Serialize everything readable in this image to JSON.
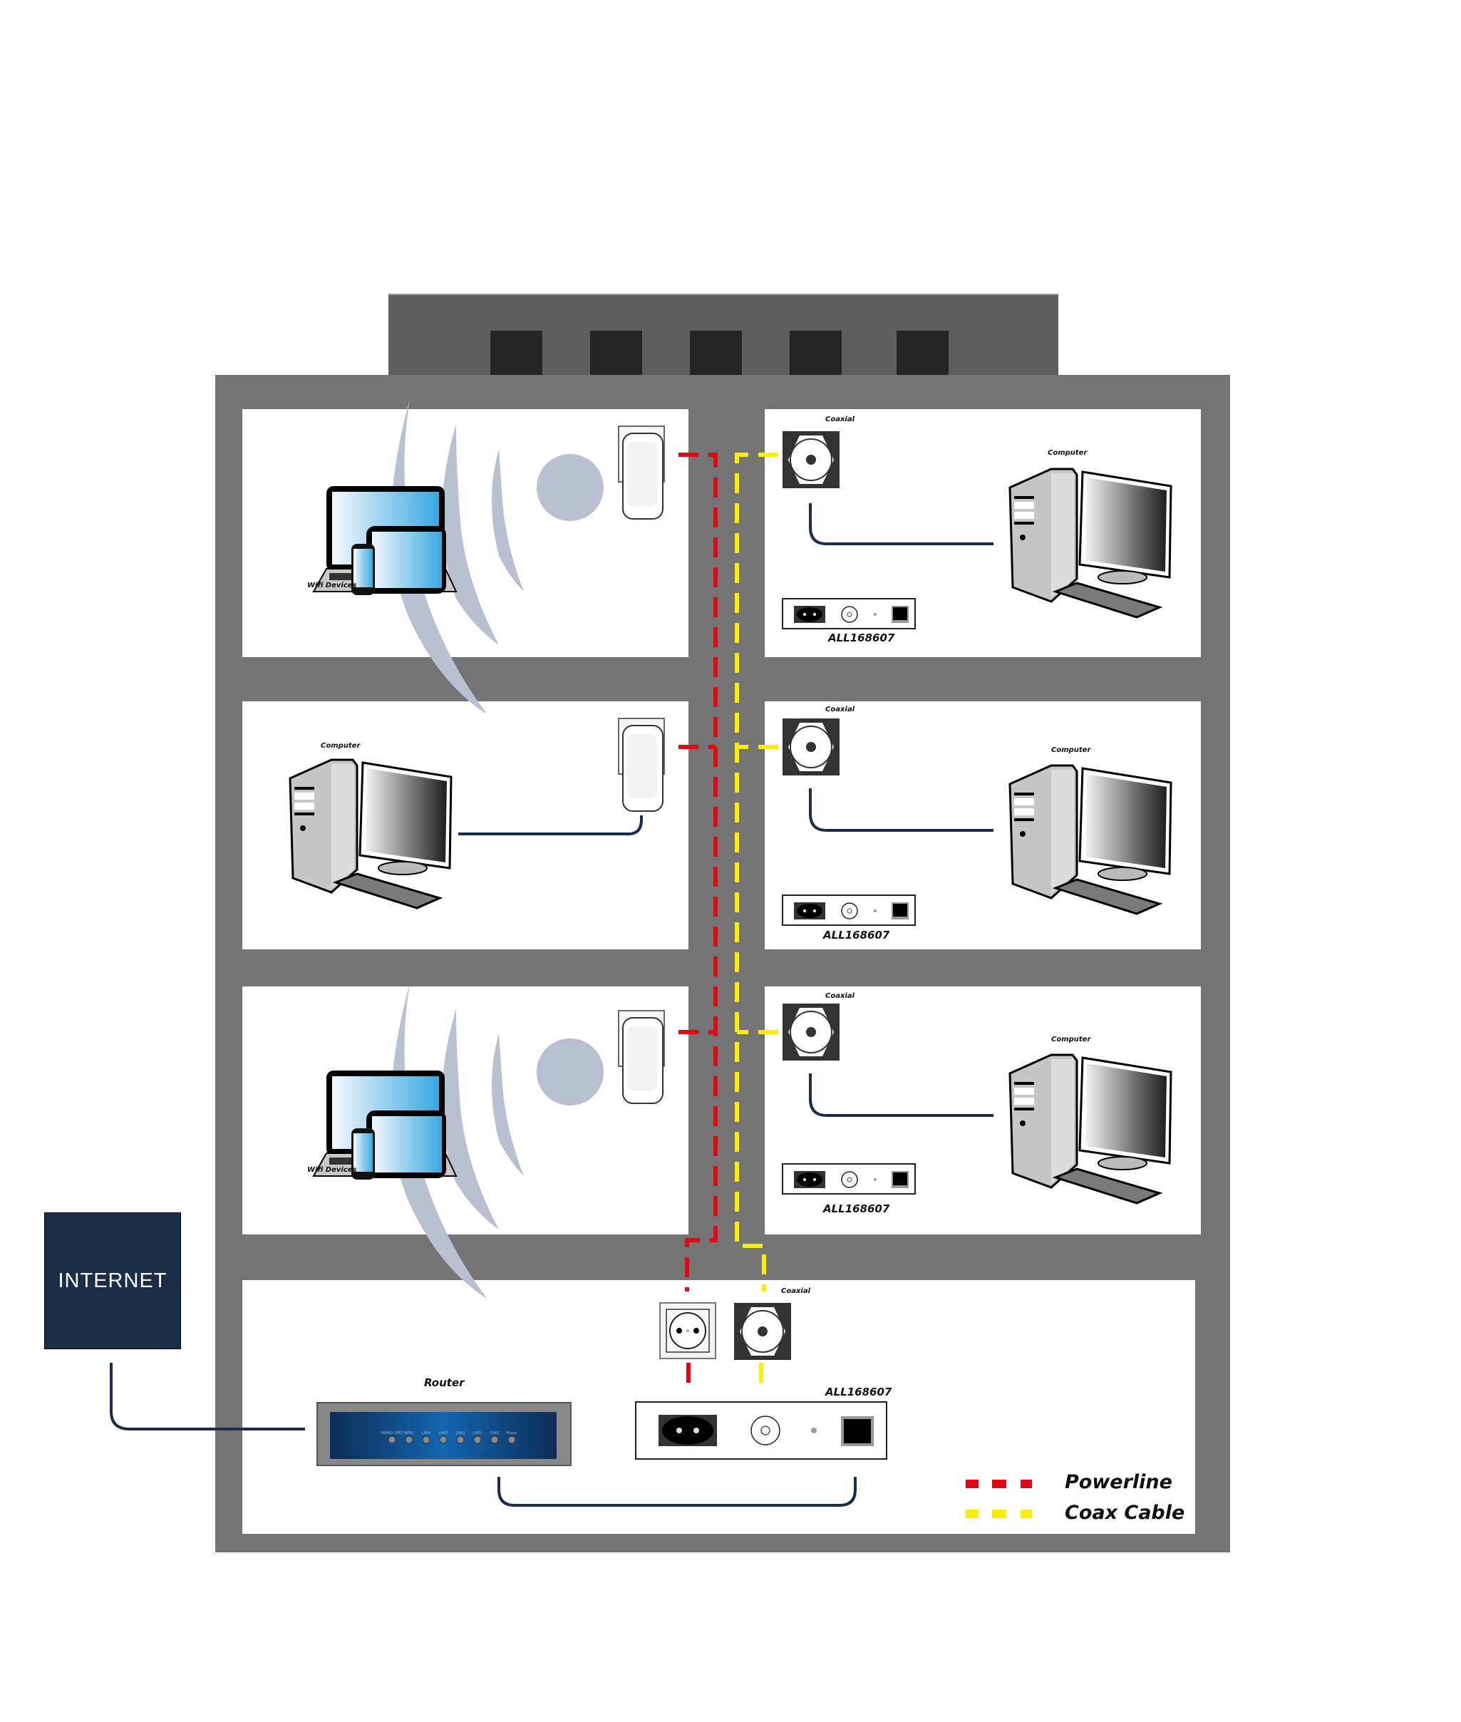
{
  "diagram": {
    "title": "Home network with Powerline and Coax adapters",
    "colors": {
      "powerline": "#e30613",
      "coax": "#ffed00",
      "cable": "#1b2e47",
      "building": "#747474",
      "roof": "#5e5e5e",
      "internet_box": "#1b2e47",
      "wifi_wave": "#b9c0d2"
    },
    "internet": {
      "label": "INTERNET"
    },
    "floors": [
      {
        "left_room": {
          "type": "wifi",
          "device_label": "Wifi Devices",
          "adapter": "powerline-adapter"
        },
        "right_room": {
          "coax_label": "Coaxial",
          "computer_label": "Computer",
          "adapter_model": "ALL168607"
        }
      },
      {
        "left_room": {
          "type": "computer",
          "device_label": "Computer",
          "adapter": "powerline-adapter"
        },
        "right_room": {
          "coax_label": "Coaxial",
          "computer_label": "Computer",
          "adapter_model": "ALL168607"
        }
      },
      {
        "left_room": {
          "type": "wifi",
          "device_label": "Wifi Devices",
          "adapter": "powerline-adapter"
        },
        "right_room": {
          "coax_label": "Coaxial",
          "computer_label": "Computer",
          "adapter_model": "ALL168607"
        }
      }
    ],
    "basement": {
      "router_label": "Router",
      "router_leds": [
        "WAN2/ DMZ",
        "WAN1",
        "LAN4",
        "LAN3",
        "LAN2",
        "LAN1",
        "DIAG",
        "Power"
      ],
      "coax_label": "Coaxial",
      "adapter_model": "ALL168607"
    },
    "legend": [
      {
        "label": "Powerline",
        "color": "#e30613"
      },
      {
        "label": "Coax Cable",
        "color": "#ffed00"
      }
    ]
  }
}
